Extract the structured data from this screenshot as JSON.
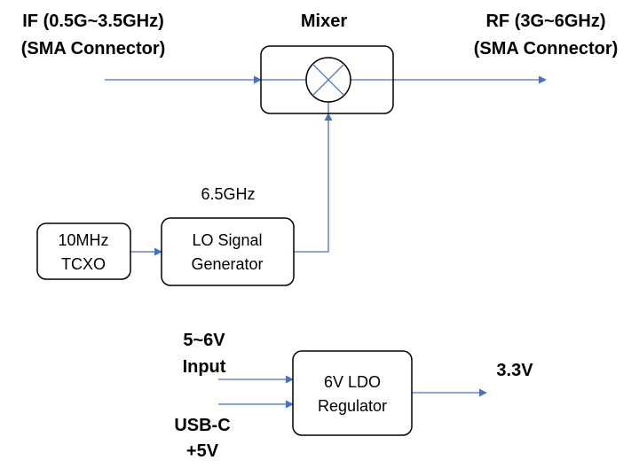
{
  "colors": {
    "line": "#4472C4",
    "box_stroke": "#000000",
    "text": "#000000"
  },
  "labels": {
    "if_line1": "IF (0.5G~3.5GHz)",
    "if_line2": "(SMA Connector)",
    "mixer": "Mixer",
    "rf_line1": "RF (3G~6GHz)",
    "rf_line2": "(SMA Connector)",
    "lo_freq": "6.5GHz",
    "input_line1": "5~6V",
    "input_line2": "Input",
    "usbc_line1": "USB-C",
    "usbc_line2": "+5V",
    "output": "3.3V"
  },
  "blocks": {
    "tcxo_line1": "10MHz",
    "tcxo_line2": "TCXO",
    "lo_line1": "LO Signal",
    "lo_line2": "Generator",
    "ldo_line1": "6V LDO",
    "ldo_line2": "Regulator"
  },
  "icons": {
    "mixer_symbol": "circle-x-mixer-icon"
  }
}
